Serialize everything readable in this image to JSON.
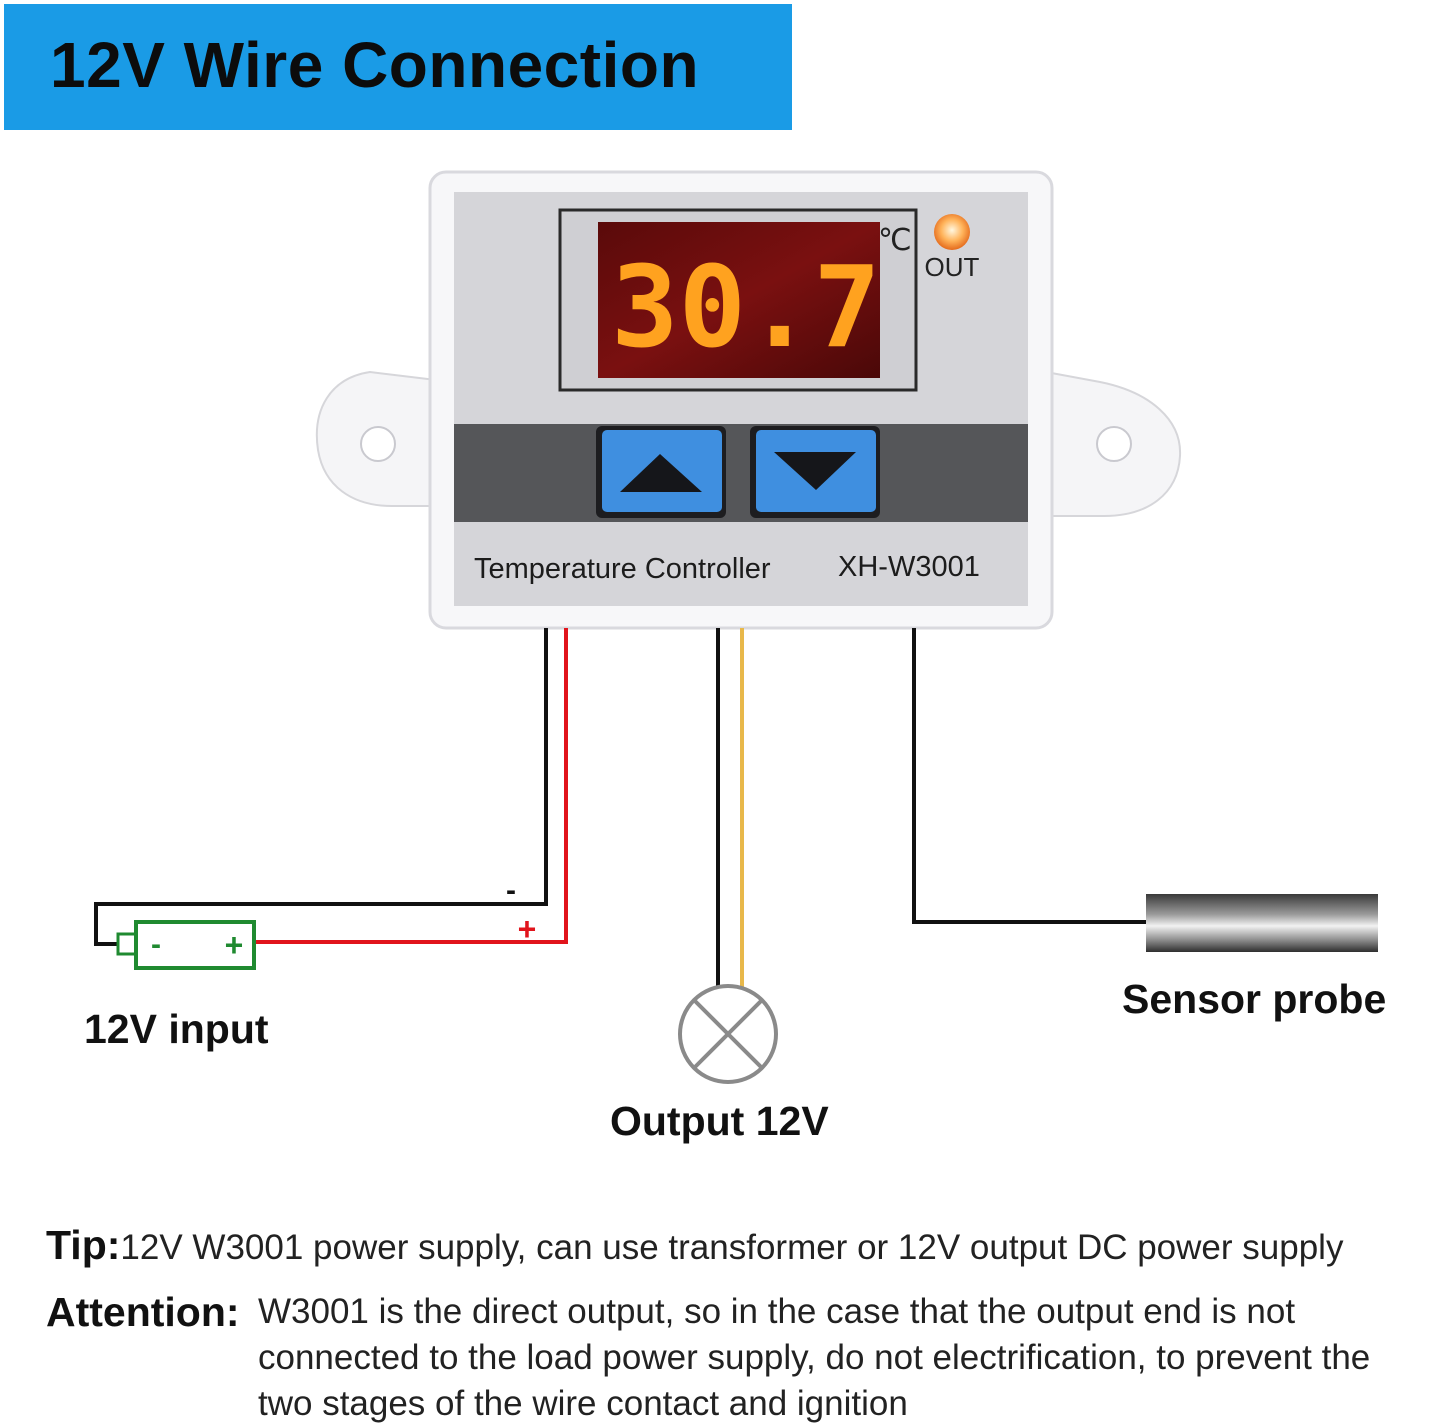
{
  "title": "12V Wire Connection",
  "device": {
    "display_value": "30.7",
    "unit": "℃",
    "indicator_label": "OUT",
    "name": "Temperature Controller",
    "model": "XH-W3001",
    "buttons": [
      "up",
      "down"
    ]
  },
  "wires": {
    "minus_sign": "-",
    "plus_sign": "+",
    "battery_minus": "-",
    "battery_plus": "+"
  },
  "labels": {
    "input": "12V input",
    "output": "Output 12V",
    "sensor": "Sensor probe"
  },
  "notes": {
    "tip_key": "Tip:",
    "tip_text": "12V W3001 power supply, can use transformer or 12V output DC power supply",
    "attention_key": "Attention:",
    "attention_text": "W3001 is the direct output, so in the case that the output end is not connected to the load power supply, do not electrification, to prevent the two stages of the wire contact and ignition"
  },
  "colors": {
    "title_bg": "#1a9be6",
    "display_digits": "#ffa21f",
    "button_blue": "#3f8fe0",
    "battery_green": "#1f8a30",
    "wire_red": "#e1141c",
    "wire_yellow": "#e8b84a"
  }
}
